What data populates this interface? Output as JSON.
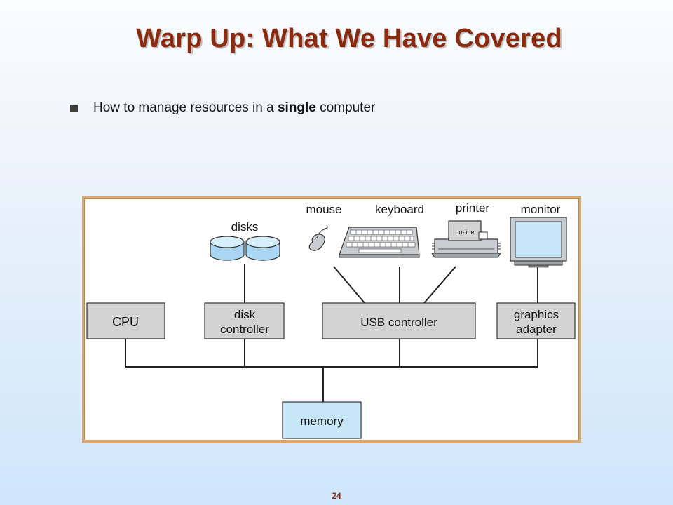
{
  "slide": {
    "title": "Warp Up: What We Have Covered",
    "bullet": {
      "before": "How to manage resources in a ",
      "emphasis": "single",
      "after": " computer"
    },
    "page_number": "24"
  },
  "diagram": {
    "components": {
      "cpu": "CPU",
      "disk_controller_line1": "disk",
      "disk_controller_line2": "controller",
      "usb_controller": "USB controller",
      "graphics_adapter_line1": "graphics",
      "graphics_adapter_line2": "adapter",
      "memory": "memory"
    },
    "devices": {
      "disks": "disks",
      "mouse": "mouse",
      "keyboard": "keyboard",
      "printer": "printer",
      "printer_panel": "on-line",
      "monitor": "monitor"
    },
    "colors": {
      "box_fill": "#d3d3d3",
      "memory_fill": "#c7e6f8",
      "disk_fill": "#a9d6f2",
      "frame_border": "#d9a770",
      "title": "#8b2a0f"
    }
  }
}
